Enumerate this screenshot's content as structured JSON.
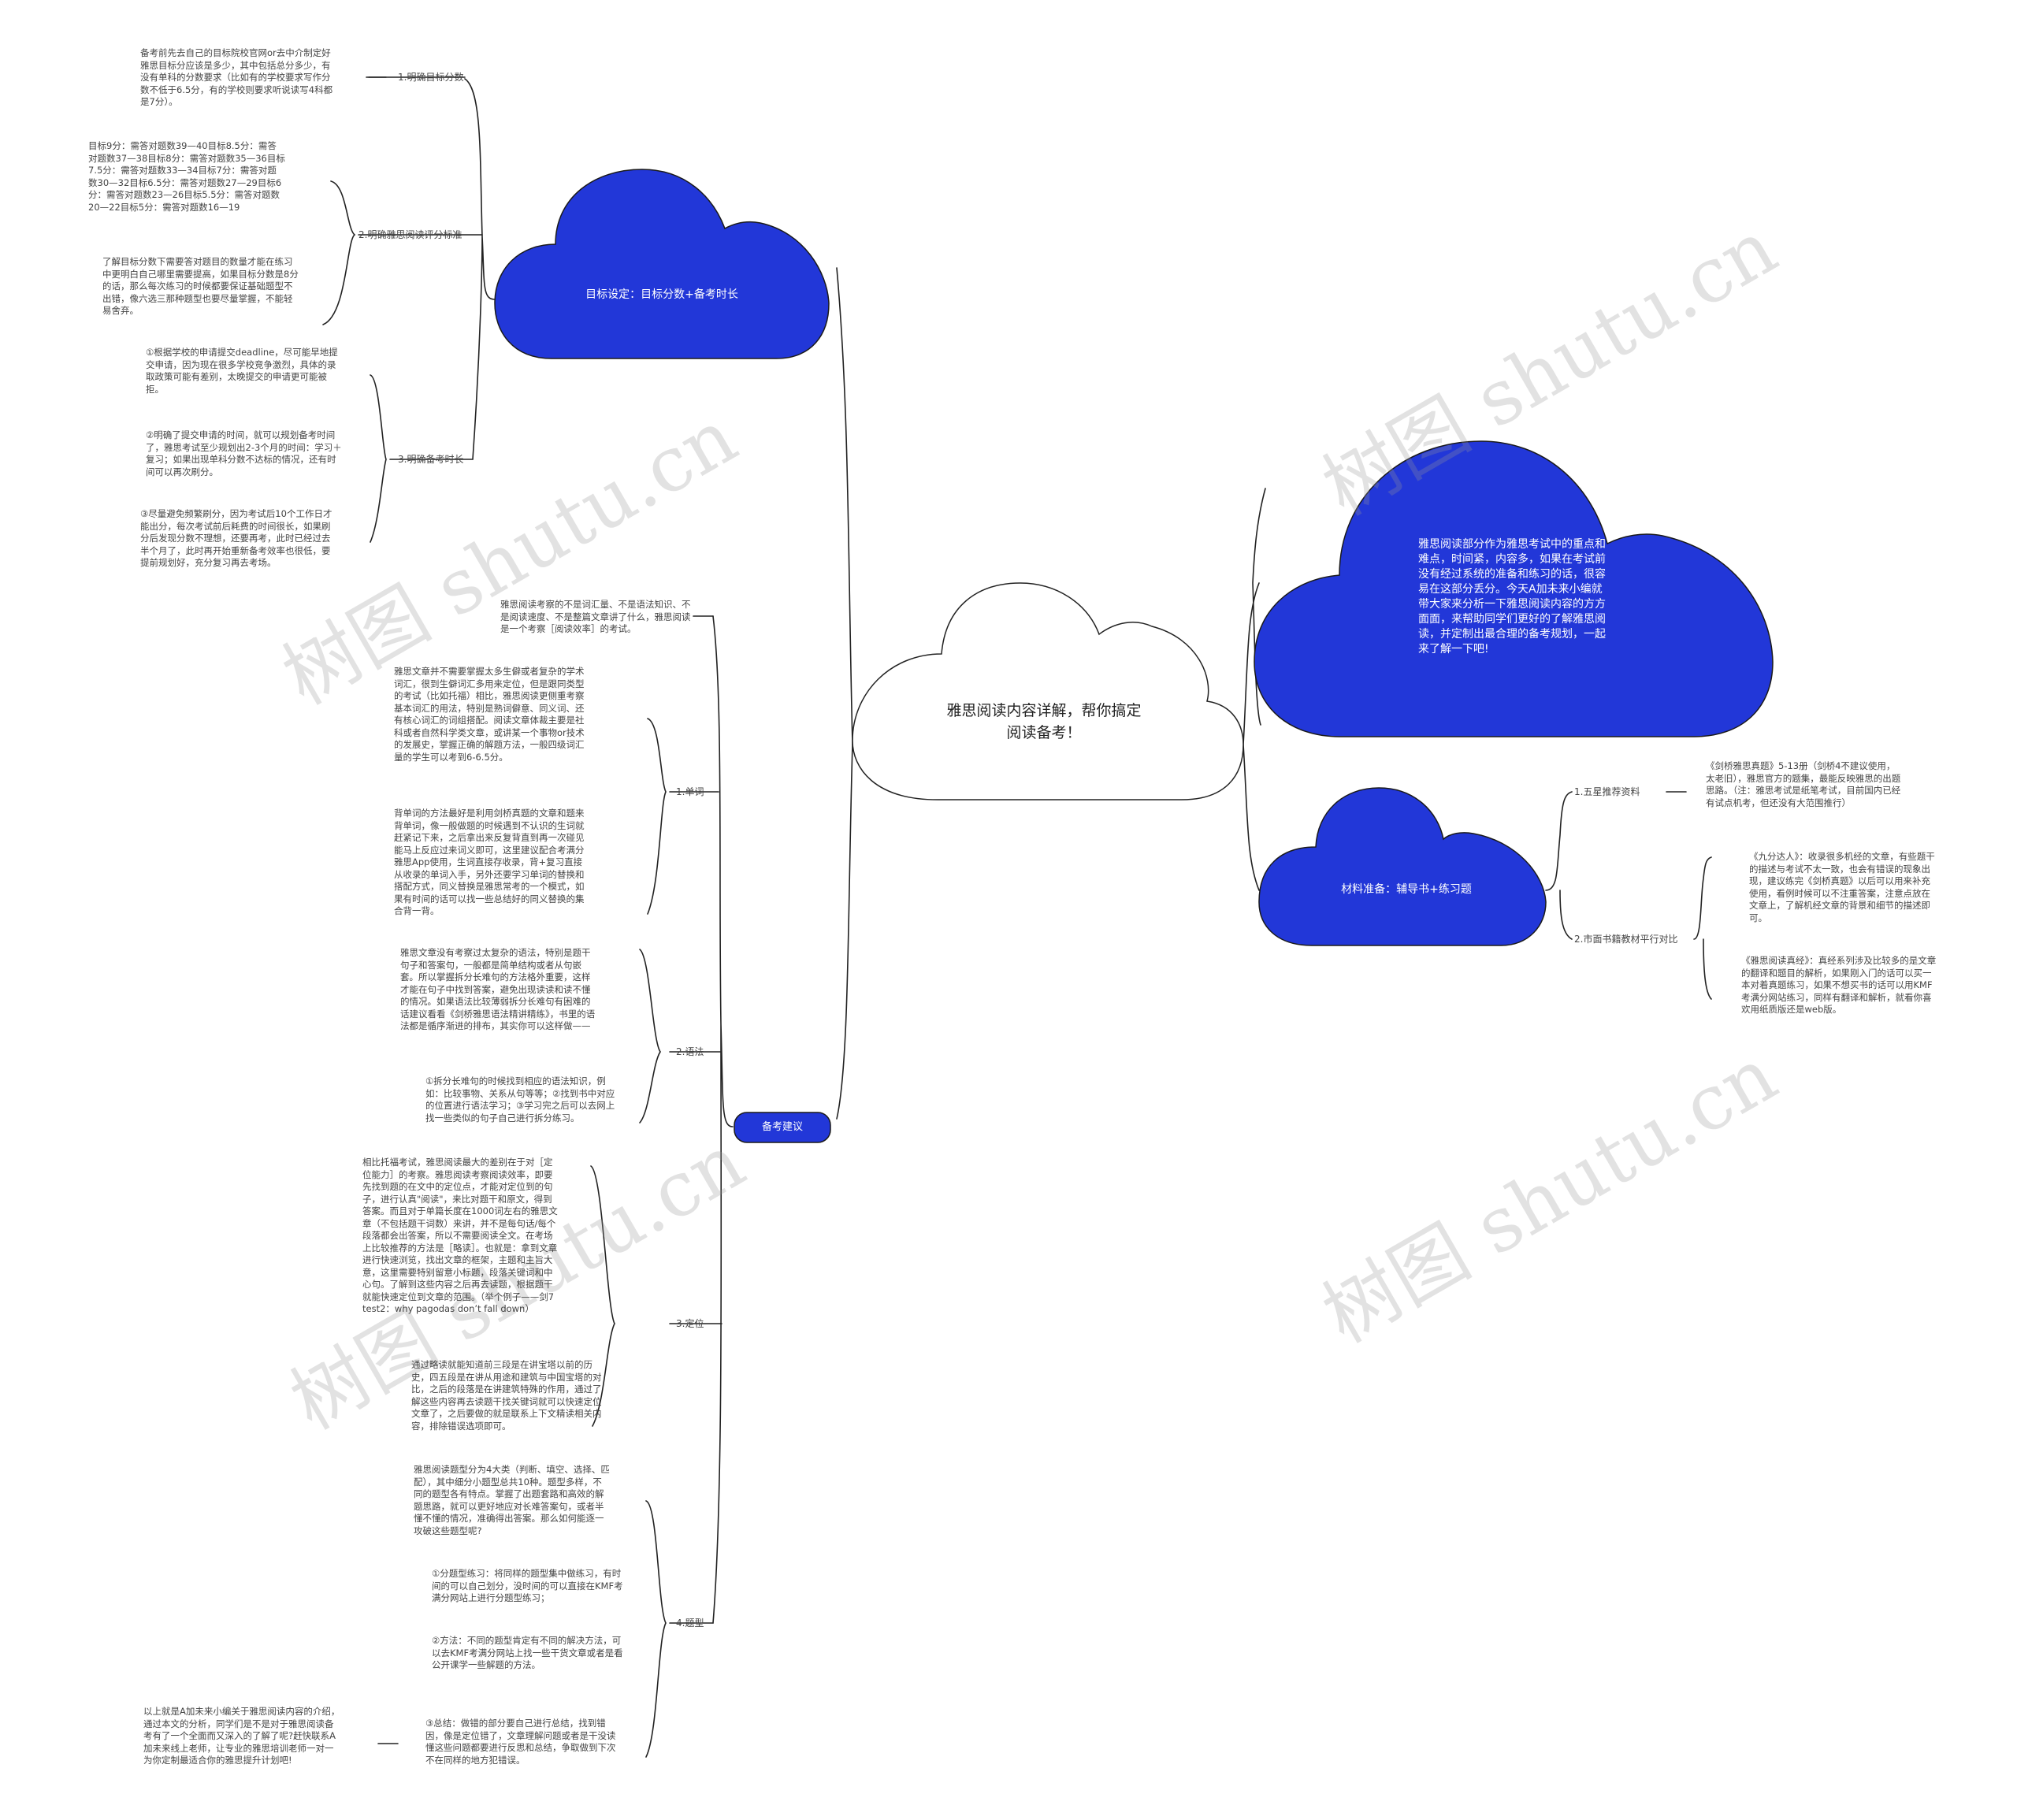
{
  "colors": {
    "cloud_fill": "#2237d8",
    "cloud_stroke": "#1a1a1a",
    "root_fill": "#ffffff",
    "line": "#222222"
  },
  "watermark": "树图 shutu.cn",
  "root": {
    "title": "雅思阅读内容详解，帮你搞定阅读备考！"
  },
  "intro": {
    "text": "雅思阅读部分作为雅思考试中的重点和难点，时间紧，内容多，如果在考试前没有经过系统的准备和练习的话，很容易在这部分丢分。今天A加未来小编就带大家来分析一下雅思阅读内容的方方面面，来帮助同学们更好的了解雅思阅读，并定制出最合理的备考规划，一起来了解一下吧!"
  },
  "goal": {
    "title": "目标设定：目标分数+备考时长",
    "items": [
      {
        "label": "1.明确目标分数",
        "notes": [
          "备考前先去自己的目标院校官网or去中介制定好雅思目标分应该是多少，其中包括总分多少，有没有单科的分数要求（比如有的学校要求写作分数不低于6.5分，有的学校则要求听说读写4科都是7分）。"
        ]
      },
      {
        "label": "2.明确雅思阅读评分标准",
        "notes": [
          "目标9分：需答对题数39—40目标8.5分：需答对题数37—38目标8分：需答对题数35—36目标7.5分：需答对题数33—34目标7分：需答对题数30—32目标6.5分：需答对题数27—29目标6分：需答对题数23—26目标5.5分：需答对题数20—22目标5分：需答对题数16—19",
          "了解目标分数下需要答对题目的数量才能在练习中更明白自己哪里需要提高，如果目标分数是8分的话，那么每次练习的时候都要保证基础题型不出错，像六选三那种题型也要尽量掌握，不能轻易舍弃。"
        ]
      },
      {
        "label": "3.明确备考时长",
        "notes": [
          "①根据学校的申请提交deadline，尽可能早地提交申请，因为现在很多学校竞争激烈，具体的录取政策可能有差别，太晚提交的申请更可能被拒。",
          "②明确了提交申请的时间，就可以规划备考时间了，雅思考试至少规划出2-3个月的时间：学习＋复习；如果出现单科分数不达标的情况，还有时间可以再次刷分。",
          "③尽量避免频繁刷分，因为考试后10个工作日才能出分，每次考试前后耗费的时间很长，如果刷分后发现分数不理想，还要再考，此时已经过去半个月了，此时再开始重新备考效率也很低，要提前规划好，充分复习再去考场。"
        ]
      }
    ]
  },
  "material": {
    "title": "材料准备：辅导书+练习题",
    "items": [
      {
        "label": "1.五星推荐资料",
        "notes": [
          "《剑桥雅思真题》5-13册（剑桥4不建议使用，太老旧），雅思官方的题集，最能反映雅思的出题思路。（注：雅思考试是纸笔考试，目前国内已经有试点机考，但还没有大范围推行）"
        ]
      },
      {
        "label": "2.市面书籍教材平行对比",
        "notes": [
          "《九分达人》：收录很多机经的文章，有些题干的描述与考试不太一致，也会有错误的现象出现，建议练完《剑桥真题》以后可以用来补充使用，看例时候可以不注重答案，注意点放在文章上，了解机经文章的背景和细节的描述即可。",
          "《雅思阅读真经》：真经系列涉及比较多的是文章的翻译和题目的解析，如果刚入门的话可以买一本对着真题练习，如果不想买书的话可以用KMF考满分网站练习，同样有翻译和解析，就看你喜欢用纸质版还是web版。"
        ]
      }
    ]
  },
  "advice": {
    "title": "备考建议",
    "intro": "雅思阅读考察的不是词汇量、不是语法知识、不是阅读速度、不是整篇文章讲了什么，雅思阅读是一个考察［阅读效率］的考试。",
    "items": [
      {
        "label": "1.单词",
        "notes": [
          "雅思文章并不需要掌握太多生僻或者复杂的学术词汇，很到生僻词汇多用来定位，但是跟同类型的考试（比如托福）相比，雅思阅读更侧重考察基本词汇的用法，特别是熟词僻意、同义词、还有核心词汇的词组搭配。阅读文章体裁主要是社科或者自然科学类文章，或讲某一个事物or技术的发展史，掌握正确的解题方法，一般四级词汇量的学生可以考到6-6.5分。",
          "背单词的方法最好是利用剑桥真题的文章和题来背单词，像一般做题的时候遇到不认识的生词就赶紧记下来，之后拿出来反复背直到再一次碰见能马上反应过来词义即可，这里建议配合考满分雅思App使用，生词直接存收录，背+复习直接从收录的单词入手，另外还要学习单词的替换和搭配方式，同义替换是雅思常考的一个模式，如果有时间的话可以找一些总结好的同义替换的集合背一背。"
        ]
      },
      {
        "label": "2.语法",
        "notes": [
          "雅思文章没有考察过太复杂的语法，特别是题干句子和答案句，一般都是简单结构或者从句嵌套。所以掌握拆分长难句的方法格外重要，这样才能在句子中找到答案，避免出现读读和读不懂的情况。如果语法比较薄弱拆分长难句有困难的话建议看看《剑桥雅思语法精讲精练》，书里的语法都是循序渐进的排布，其实你可以这样做——",
          "①拆分长难句的时候找到相应的语法知识，例如：比较事物、关系从句等等；②找到书中对应的位置进行语法学习；③学习完之后可以去网上找一些类似的句子自己进行拆分练习。"
        ]
      },
      {
        "label": "3.定位",
        "notes": [
          "相比托福考试，雅思阅读最大的差别在于对［定位能力］的考察。雅思阅读考察阅读效率，即要先找到题的在文中的定位点，才能对定位到的句子，进行认真\"阅读\"，来比对题干和原文，得到答案。而且对于单篇长度在1000词左右的雅思文章（不包括题干词数）来讲，并不是每句话/每个段落都会出答案，所以不需要阅读全文。在考场上比较推荐的方法是［略读］。也就是：拿到文章进行快速浏览，找出文章的框架，主题和主旨大意，这里需要特别留意小标题，段落关键词和中心句。了解到这些内容之后再去读题，根据题干就能快速定位到文章的范围。（举个例子——剑7 test2：why pagodas don’t fall down）",
          "通过略读就能知道前三段是在讲宝塔以前的历史，四五段是在讲从用途和建筑与中国宝塔的对比，之后的段落是在讲建筑特殊的作用，通过了解这些内容再去读题干找关键词就可以快速定位文章了，之后要做的就是联系上下文精读相关内容，排除错误选项即可。"
        ]
      },
      {
        "label": "4.题型",
        "notes": [
          "雅思阅读题型分为4大类（判断、填空、选择、匹配），其中细分小题型总共10种。题型多样，不同的题型各有特点。掌握了出题套路和高效的解题思路，就可以更好地应对长难答案句，或者半懂不懂的情况，准确得出答案。那么如何能逐一攻破这些题型呢?",
          "①分题型练习：将同样的题型集中做练习，有时间的可以自己划分，没时间的可以直接在KMF考满分网站上进行分题型练习；",
          "②方法：不同的题型肯定有不同的解决方法，可以去KMF考满分网站上找一些干货文章或者是看公开课学一些解题的方法。",
          "③总结：做错的部分要自己进行总结，找到错因，像是定位错了，文章理解问题或者是干没读懂这些问题都要进行反思和总结，争取做到下次不在同样的地方犯错误。"
        ]
      }
    ]
  },
  "conclusion": "以上就是A加未来小编关于雅思阅读内容的介绍，通过本文的分析，同学们是不是对于雅思阅读备考有了一个全面而又深入的了解了呢?赶快联系A加未来线上老师，让专业的雅思培训老师一对一为你定制最适合你的雅思提升计划吧!"
}
